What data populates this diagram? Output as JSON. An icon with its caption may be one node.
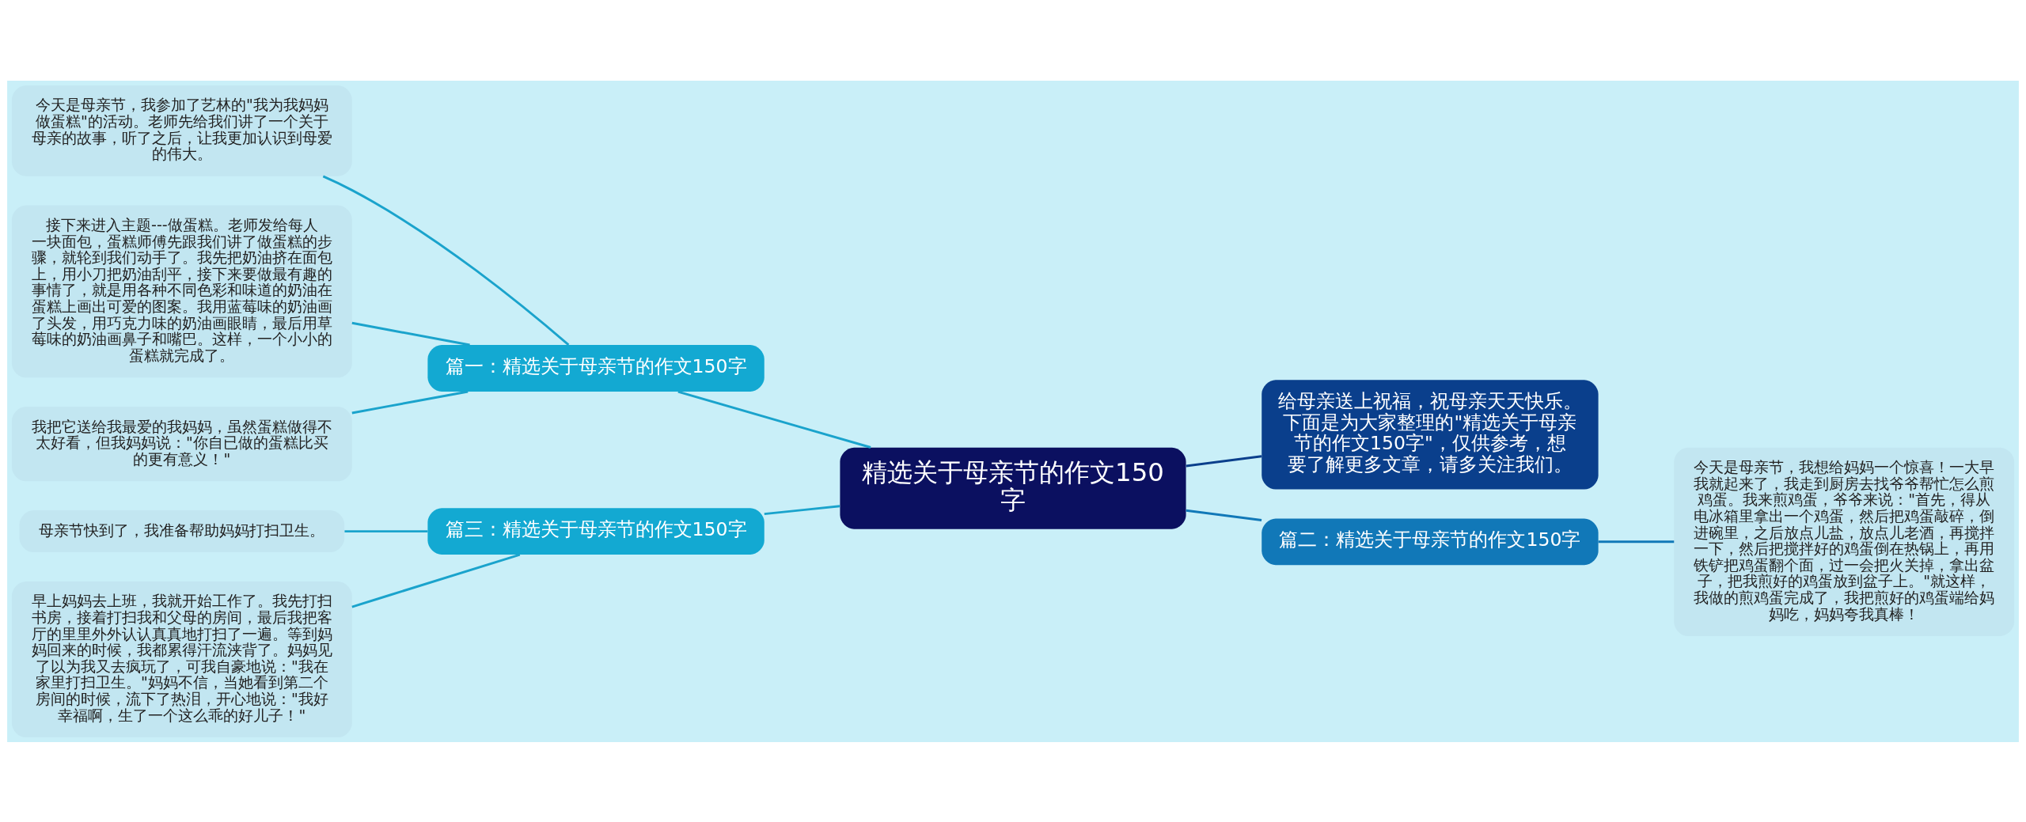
{
  "diagram": {
    "nodes": [
      {
        "text": [
          "精选关于母亲节的作文150字"
        ]
      },
      {
        "text": [
          "篇一：精选关于母亲节的作文150字"
        ]
      },
      {
        "text": [
          "今天是母亲节，我参加了艺林的\"我为我妈妈做蛋糕\"的活动。老师先给我们讲了一个关于母亲的故事，听了之后，让我更加认识到母爱的伟大。"
        ]
      },
      {
        "text": [
          "接下来进入主题---做蛋糕。老师发给每人一块面包，蛋糕师傅先跟我们讲了做蛋糕的步骤，就轮到我们动手了。我先把奶油挤在面包上，用小刀把奶油刮平，接下来要做最有趣的事情了，就是用各种不同色彩和味道的奶油在蛋糕上画出可爱的图案。我用蓝莓味的奶油画了头发，用巧克力味的奶油画眼睛，最后用草莓味的奶油画鼻子和嘴巴。这样，一个小小的蛋糕就完成了。"
        ]
      },
      {
        "text": [
          "我把它送给我最爱的我妈妈，虽然蛋糕做得不太好看，但我妈妈说：\"你自已做的蛋糕比买的更有意义！\""
        ]
      },
      {
        "text": [
          "篇三：精选关于母亲节的作文150字"
        ]
      },
      {
        "text": [
          "母亲节快到了，我准备帮助妈妈打扫卫生。"
        ]
      },
      {
        "text": [
          "早上妈妈去上班，我就开始工作了。我先打扫书房，接着打扫我和父母的房间，最后我把客厅的里里外外认认真真地打扫了一遍。等到妈妈回来的时候，我都累得汗流浃背了。妈妈见了以为我又去疯玩了，可我自豪地说：\"我在家里打扫卫生。\"妈妈不信，当她看到第二个房间的时候，流下了热泪，开心地说：\"我好幸福啊，生了一个这么乖的好儿子！\""
        ]
      },
      {
        "text": [
          "给母亲送上祝福，祝母亲天天快乐。下面是为大家整理的\"精选关于母亲节的作文150字\"，仅供参考，想要了解更多文章，请多关注我们。"
        ]
      },
      {
        "text": [
          "篇二：精选关于母亲节的作文150字"
        ]
      },
      {
        "text": [
          "今天是母亲节，我想给妈妈一个惊喜！一大早我就起来了，我走到厨房去找爷爷帮忙怎么煎鸡蛋。我来煎鸡蛋，爷爷来说：\"首先，得从电冰箱里拿出一个鸡蛋，然后把鸡蛋敲碎，倒进碗里，之后放点儿盐，放点儿老酒，再搅拌一下，然后把搅拌好的鸡蛋倒在热锅上，再用铁铲把鸡蛋翻个面，过一会把火关掉，拿出盆子，把我煎好的鸡蛋放到盆子上。\"就这样，我做的煎鸡蛋完成了，我把煎好的鸡蛋端给妈妈吃，妈妈夸我真棒！"
        ]
      }
    ],
    "edges": [
      {
        "from": 0,
        "to": 1,
        "arrow": "none"
      },
      {
        "from": 1,
        "to": 2,
        "arrow": "none"
      },
      {
        "from": 1,
        "to": 3,
        "arrow": "none"
      },
      {
        "from": 1,
        "to": 4,
        "arrow": "none"
      },
      {
        "from": 0,
        "to": 5,
        "arrow": "none"
      },
      {
        "from": 5,
        "to": 6,
        "arrow": "none"
      },
      {
        "from": 5,
        "to": 7,
        "arrow": "none"
      },
      {
        "from": 0,
        "to": 8,
        "arrow": "none",
        "color": "#0a3f8c"
      },
      {
        "from": 0,
        "to": 9,
        "arrow": "none",
        "color": "#1178b8"
      },
      {
        "from": 9,
        "to": 10,
        "arrow": "none",
        "color": "#1178b8"
      }
    ]
  }
}
